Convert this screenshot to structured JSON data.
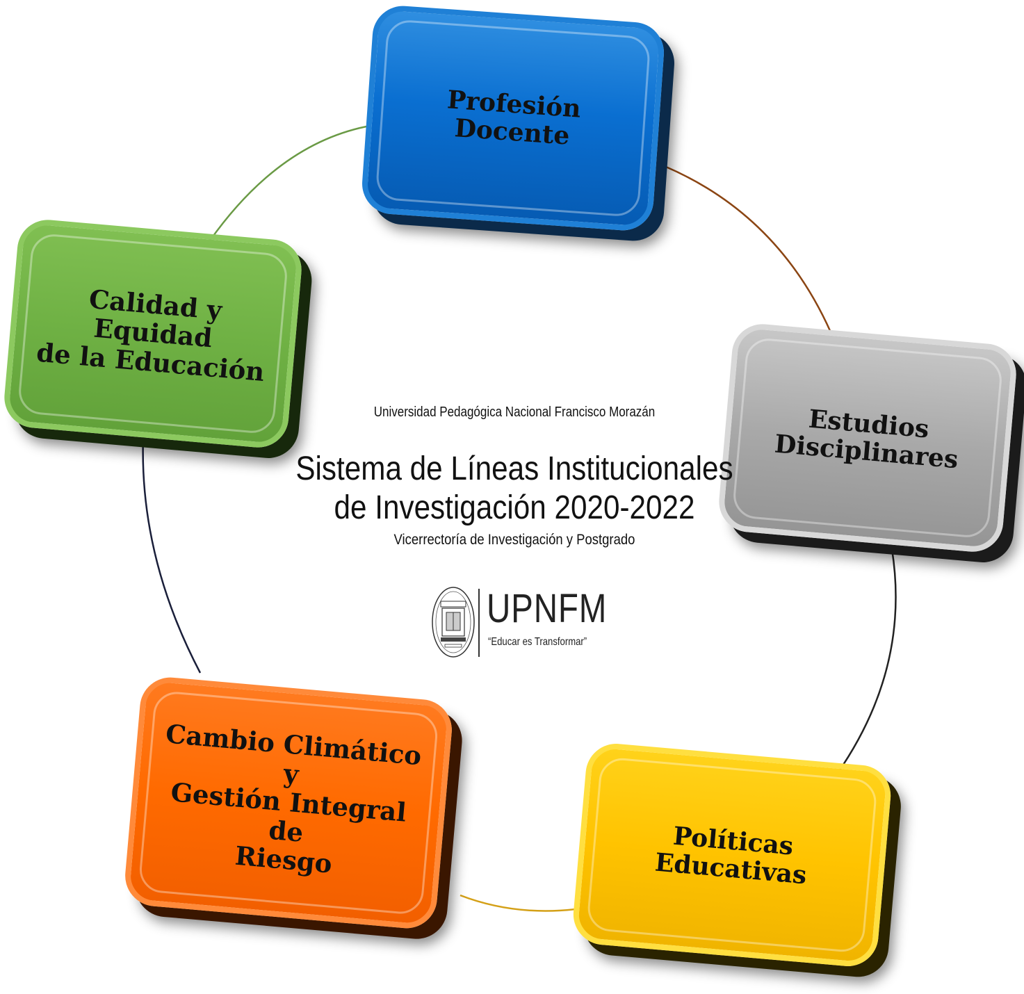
{
  "center": {
    "university": "Universidad Pedagógica Nacional Francisco Morazán",
    "title": "Sistema de Líneas Institucionales\nde Investigación 2020-2022",
    "subtitle": "Vicerrectoría de Investigación y Postgrado"
  },
  "logo": {
    "name": "UPNFM",
    "motto": "“Educar es Transformar”",
    "seal_icon": "university-seal-icon"
  },
  "lines": [
    {
      "id": "profesion",
      "label": "Profesión Docente",
      "color": "#0a6fd1"
    },
    {
      "id": "estudios",
      "label": "Estudios\nDisciplinares",
      "color": "#a9a9a9"
    },
    {
      "id": "politicas",
      "label": "Políticas Educativas",
      "color": "#ffc300"
    },
    {
      "id": "cambio",
      "label": "Cambio Climático y\nGestión Integral de\nRiesgo",
      "color": "#ff6a00"
    },
    {
      "id": "calidad",
      "label": "Calidad y Equidad\nde la Educación",
      "color": "#6fb144"
    }
  ],
  "connectors": [
    {
      "from": "profesion",
      "to": "estudios",
      "color": "#8b4513"
    },
    {
      "from": "estudios",
      "to": "politicas",
      "color": "#222222"
    },
    {
      "from": "politicas",
      "to": "cambio",
      "color": "#d4a017"
    },
    {
      "from": "cambio",
      "to": "calidad",
      "color": "#1a1f3a"
    },
    {
      "from": "calidad",
      "to": "profesion",
      "color": "#6a9a45"
    }
  ]
}
